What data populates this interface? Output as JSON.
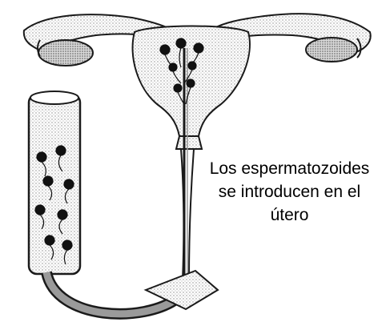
{
  "caption": {
    "lines": [
      "Los espermatozoides",
      "se introducen en el",
      "útero"
    ]
  },
  "colors": {
    "ink": "#1a1a1a",
    "shade": "#9a9a9a",
    "background": "#ffffff"
  }
}
